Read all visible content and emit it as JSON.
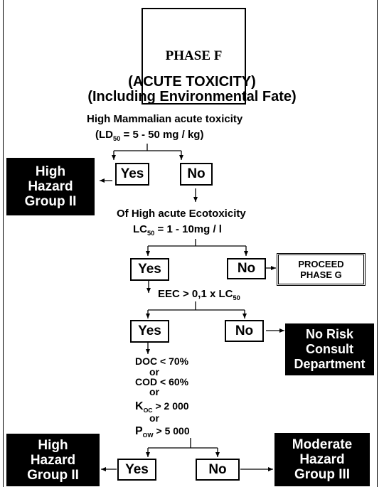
{
  "phase_title": "PHASE F",
  "heading": {
    "line1": "(ACUTE TOXICITY)",
    "line2": "(Including Environmental Fate)"
  },
  "step1": {
    "question": "High Mammalian acute toxicity",
    "criterion_prefix": "(LD",
    "criterion_sub": "50",
    "criterion_rest": " = 5 - 50 mg / kg)"
  },
  "step2": {
    "question": "Of High acute Ecotoxicity",
    "criterion_prefix": "LC",
    "criterion_sub": "50",
    "criterion_rest": " = 1 - 10mg / l"
  },
  "step3": {
    "criterion_prefix": "EEC  > 0,1 x LC",
    "criterion_sub": "50"
  },
  "step4": {
    "doc": "DOC < 70%",
    "or": "or",
    "cod": "COD < 60%",
    "koc_base": "K",
    "koc_sub": "OC",
    "koc_rest": " > 2 000",
    "pow_base": "P",
    "pow_sub": "OW",
    "pow_rest": " > 5 000"
  },
  "labels": {
    "yes": "Yes",
    "no": "No"
  },
  "outcomes": {
    "high_hazard_1": {
      "l1": "High",
      "l2": "Hazard",
      "l3": "Group II"
    },
    "proceed": {
      "l1": "PROCEED",
      "l2": "PHASE G"
    },
    "no_risk": {
      "l1": "No Risk",
      "l2": "Consult",
      "l3": "Department"
    },
    "high_hazard_2": {
      "l1": "High",
      "l2": "Hazard",
      "l3": "Group II"
    },
    "moderate": {
      "l1": "Moderate",
      "l2": "Hazard",
      "l3": "Group III"
    }
  }
}
